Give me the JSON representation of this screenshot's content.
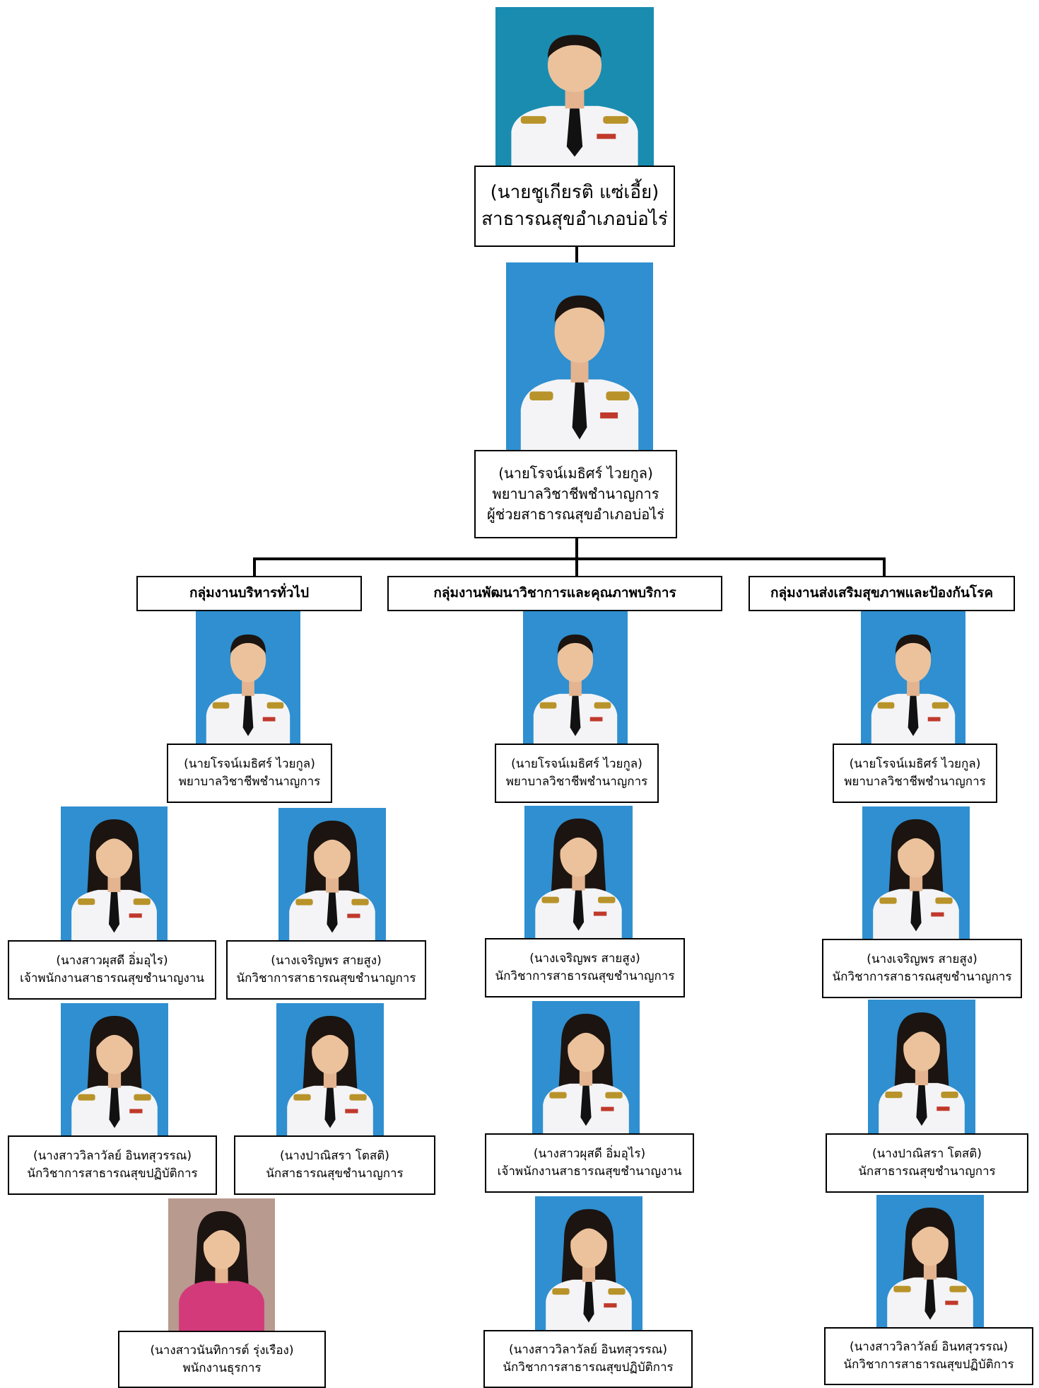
{
  "director": {
    "name": "(นายชูเกียรติ แซ่เอี้ย)",
    "title": "สาธารณสุขอำเภอบ่อไร่"
  },
  "assistant": {
    "name": "(นายโรจน์เมธิศร์ ไวยกูล)",
    "title": "พยาบาลวิชาชีพชำนาญการ",
    "role": "ผู้ช่วยสาธารณสุขอำเภอบ่อไร่"
  },
  "groups": [
    {
      "label": "กลุ่มงานบริหารทั่วไป",
      "head": {
        "name": "(นายโรจน์เมธิศร์ ไวยกูล)",
        "title": "พยาบาลวิชาชีพชำนาญการ"
      },
      "members": [
        {
          "name": "(นางสาวผุสดี อิ่มอุไร)",
          "title": "เจ้าพนักงานสาธารณสุขชำนาญงาน"
        },
        {
          "name": "(นางเจริญพร สายสูง)",
          "title": "นักวิชาการสาธารณสุขชำนาญการ"
        },
        {
          "name": "(นางสาววิลาวัลย์ อินทสุวรรณ)",
          "title": "นักวิชาการสาธารณสุขปฏิบัติการ"
        },
        {
          "name": "(นางปาณิสรา โตสติ)",
          "title": "นักสาธารณสุขชำนาญการ"
        },
        {
          "name": "(นางสาวนันทิการต์ รุ่งเรือง)",
          "title": "พนักงานธุรการ"
        }
      ]
    },
    {
      "label": "กลุ่มงานพัฒนาวิชาการและคุณภาพบริการ",
      "head": {
        "name": "(นายโรจน์เมธิศร์ ไวยกูล)",
        "title": "พยาบาลวิชาชีพชำนาญการ"
      },
      "members": [
        {
          "name": "(นางเจริญพร สายสูง)",
          "title": "นักวิชาการสาธารณสุขชำนาญการ"
        },
        {
          "name": "(นางสาวผุสดี อิ่มอุไร)",
          "title": "เจ้าพนักงานสาธารณสุขชำนาญงาน"
        },
        {
          "name": "(นางสาววิลาวัลย์ อินทสุวรรณ)",
          "title": "นักวิชาการสาธารณสุขปฏิบัติการ"
        }
      ]
    },
    {
      "label": "กลุ่มงานส่งเสริมสุขภาพและป้องกันโรค",
      "head": {
        "name": "(นายโรจน์เมธิศร์ ไวยกูล)",
        "title": "พยาบาลวิชาชีพชำนาญการ"
      },
      "members": [
        {
          "name": "(นางเจริญพร สายสูง)",
          "title": "นักวิชาการสาธารณสุขชำนาญการ"
        },
        {
          "name": "(นางปาณิสรา โตสติ)",
          "title": "นักสาธารณสุขชำนาญการ"
        },
        {
          "name": "(นางสาววิลาวัลย์ อินทสุวรรณ)",
          "title": "นักวิชาการสาธารณสุขปฏิบัติการ"
        }
      ]
    }
  ],
  "colors": {
    "photo_bg": "#2f8fd0",
    "photo_bg_teal": "#1a8cb0",
    "uniform": "#f4f4f6",
    "line": "#000000"
  }
}
